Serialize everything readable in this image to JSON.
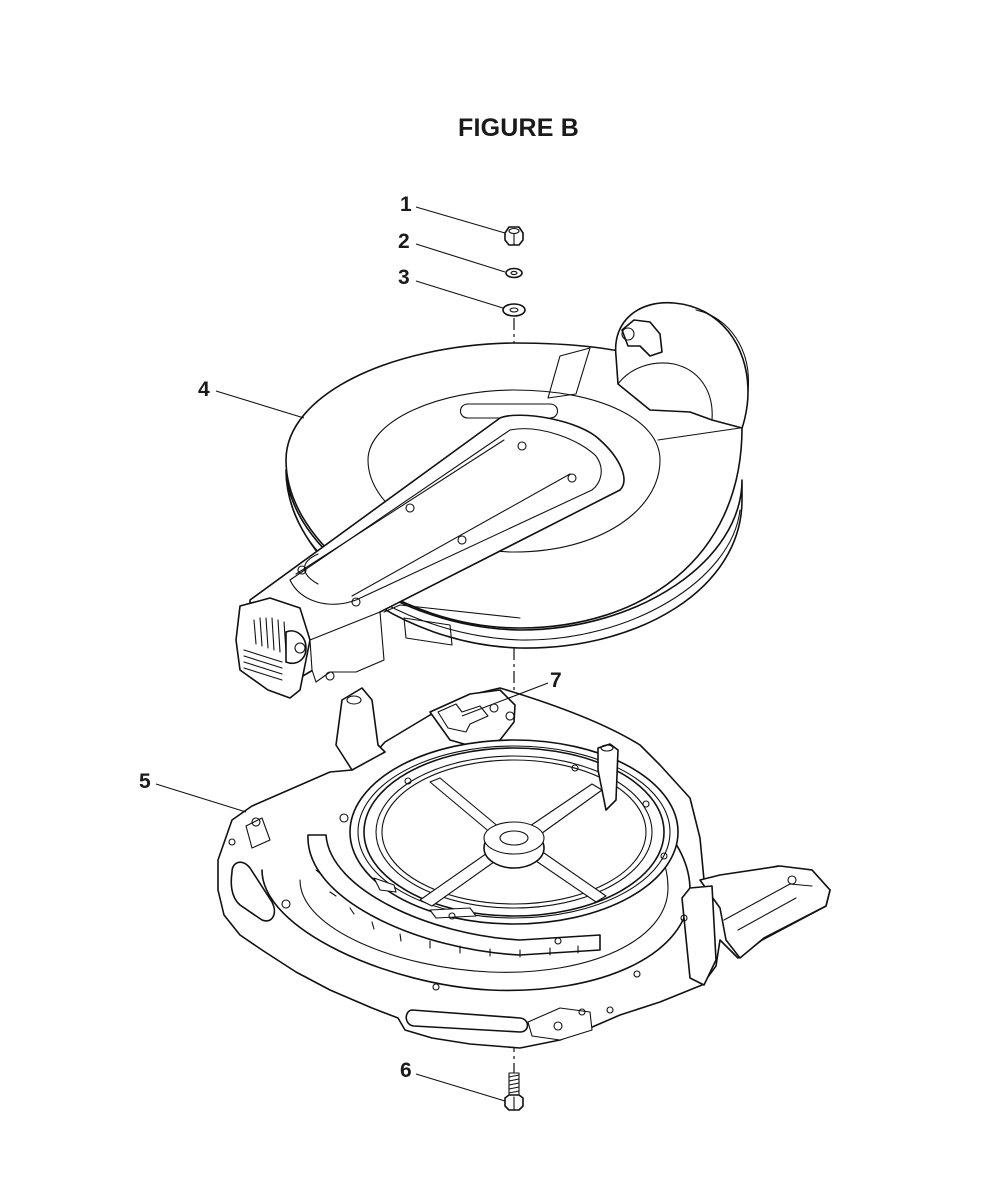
{
  "figure": {
    "title": "FIGURE B"
  },
  "callouts": [
    {
      "id": "1",
      "label": "1"
    },
    {
      "id": "2",
      "label": "2"
    },
    {
      "id": "3",
      "label": "3"
    },
    {
      "id": "4",
      "label": "4"
    },
    {
      "id": "5",
      "label": "5"
    },
    {
      "id": "6",
      "label": "6"
    },
    {
      "id": "7",
      "label": "7"
    }
  ]
}
